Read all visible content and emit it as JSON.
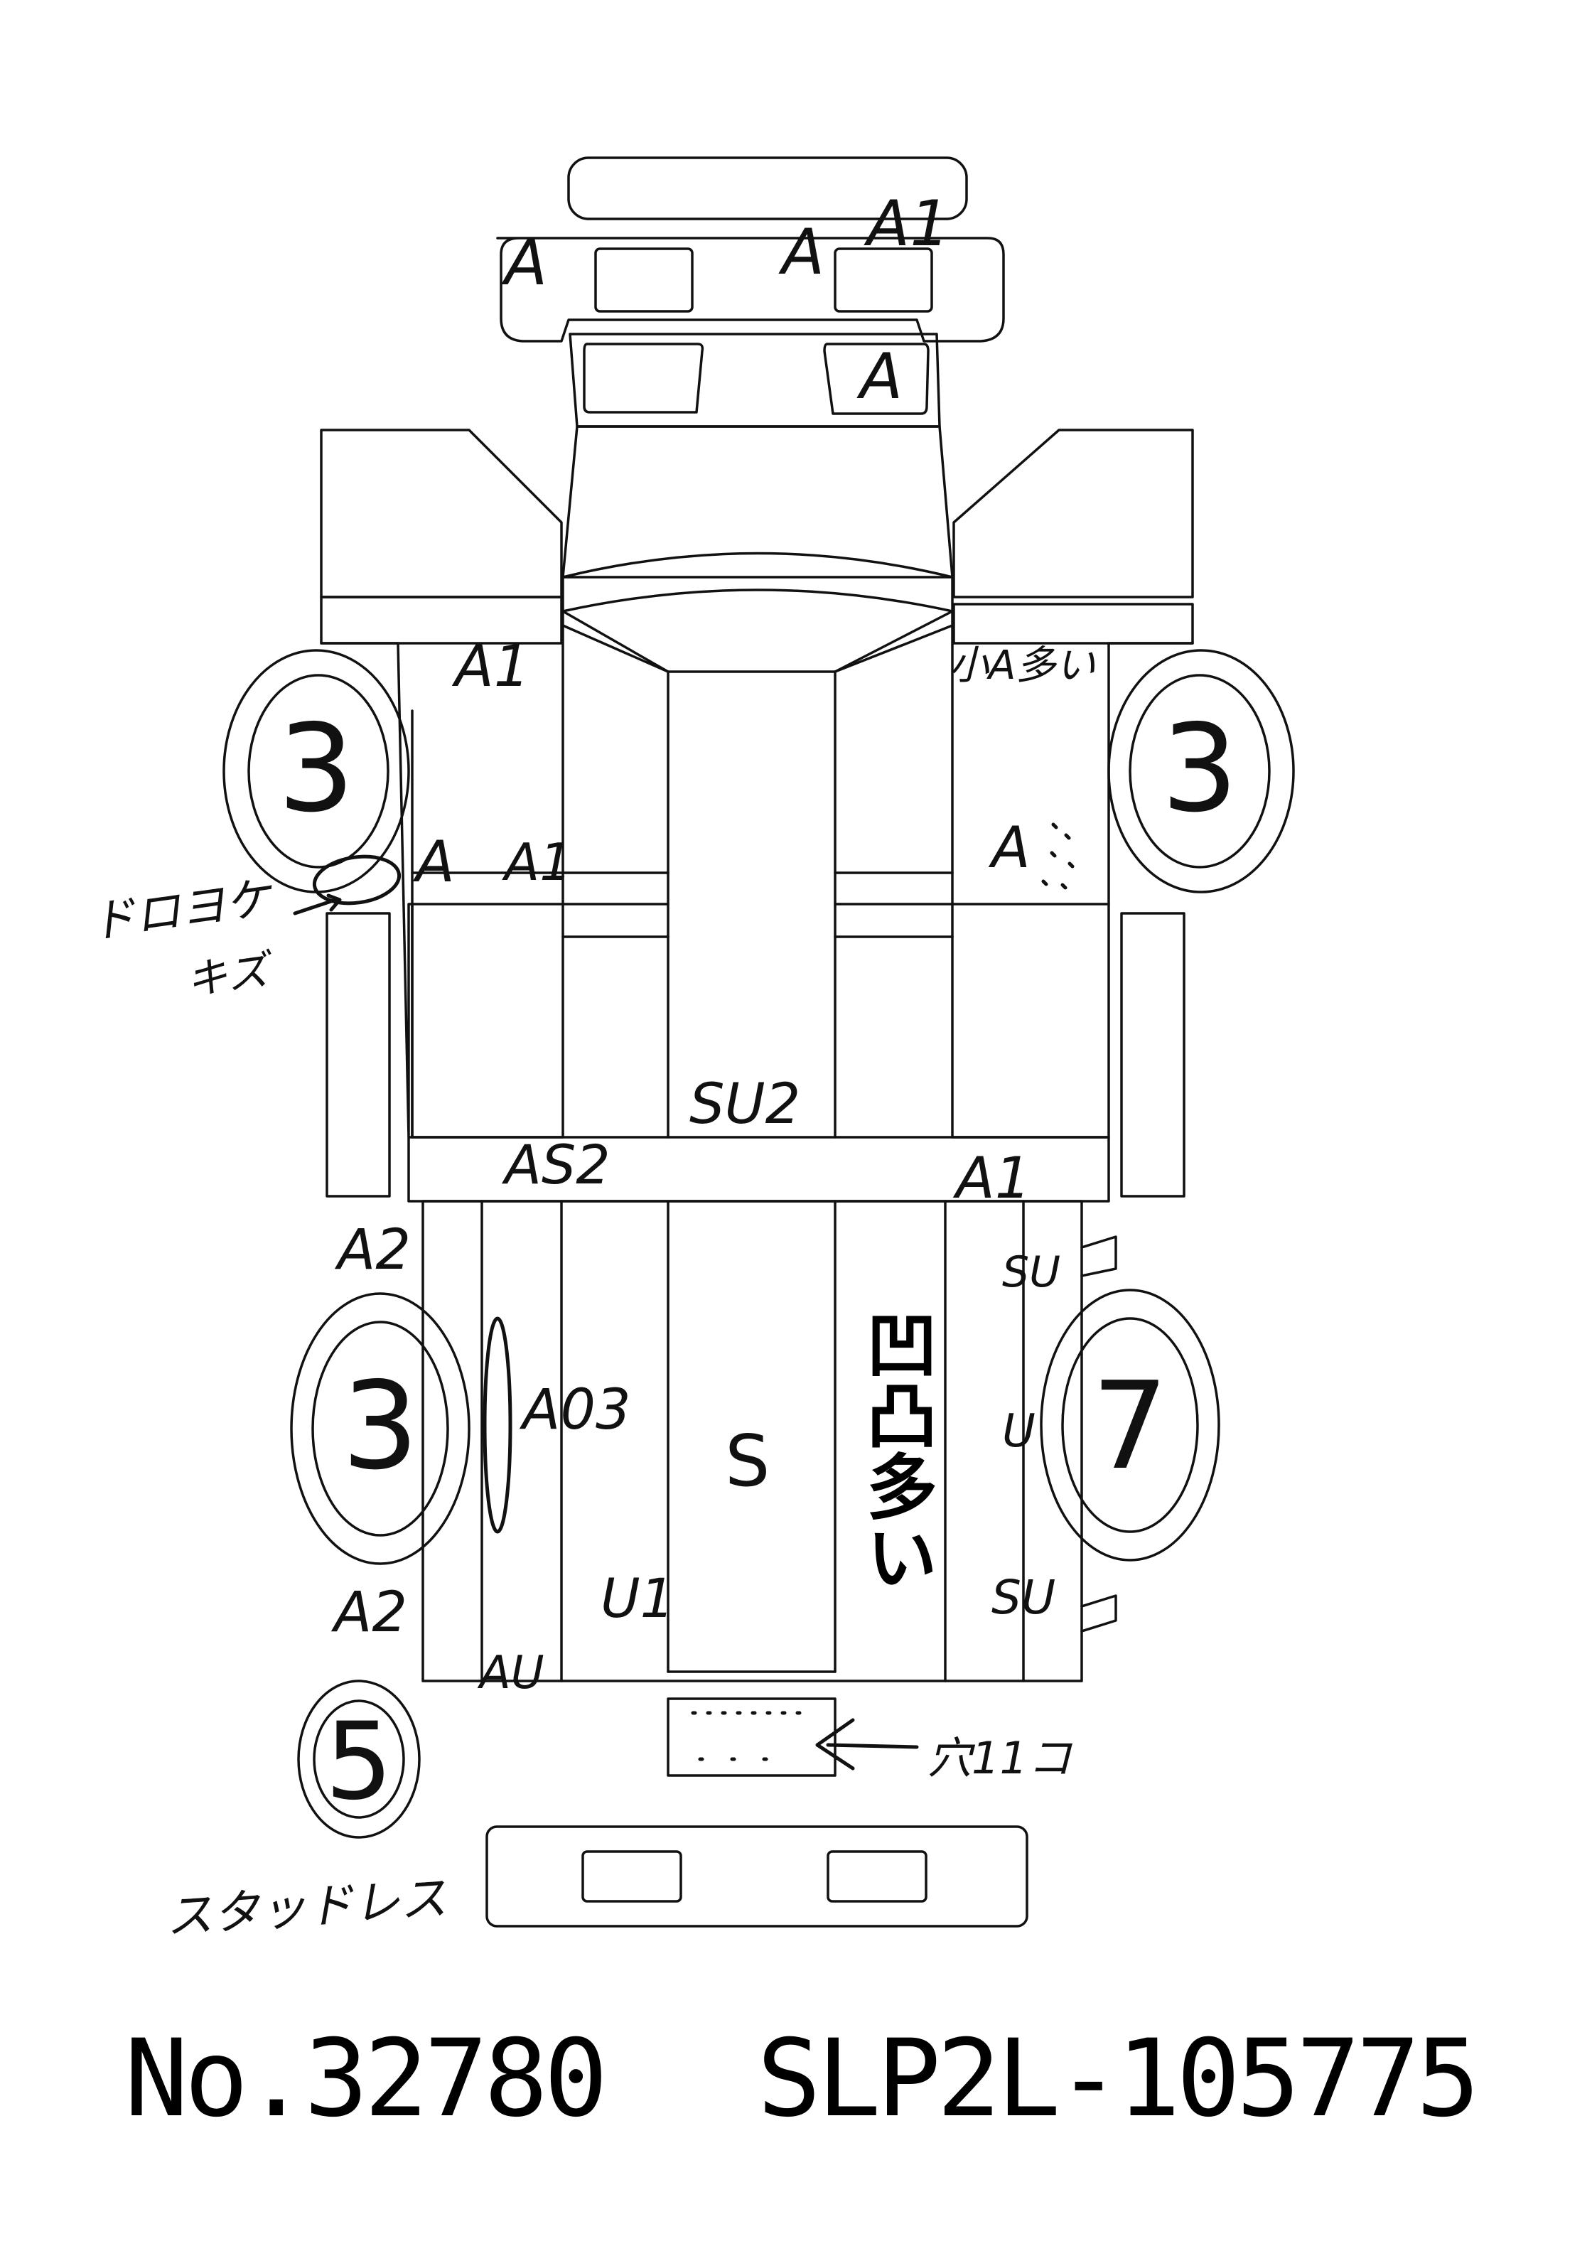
{
  "annotations": {
    "front_a_left": "A",
    "front_a_mid": "A",
    "front_a1": "A1",
    "windshield_a": "A",
    "front_left_a1": "A1",
    "front_right_note": "小A多い",
    "front_right_a": "A",
    "left_door_a": "A",
    "left_door_a1": "A1",
    "mud_note_line1": "ドロヨケ",
    "mud_note_line2": "キズ",
    "roof_su2": "SU2",
    "left_as2": "AS2",
    "right_a1": "A1",
    "rear_left_a2_top": "A2",
    "rear_left_a2_bottom": "A2",
    "left_a03": "A03",
    "bed_s": "S",
    "bed_dents_note": "凹凸多い",
    "right_su_top": "SU",
    "right_u": "U",
    "right_su_bottom": "SU",
    "left_u1": "U1",
    "left_au": "AU",
    "hole_note": "穴11コ",
    "studless_note": "スタッドレス"
  },
  "tires": {
    "front_left": "3",
    "front_right": "3",
    "rear_left": "3",
    "rear_right": "7",
    "spare": "5"
  },
  "footer": {
    "number": "No.32780",
    "chassis": "SLP2L-105775"
  }
}
